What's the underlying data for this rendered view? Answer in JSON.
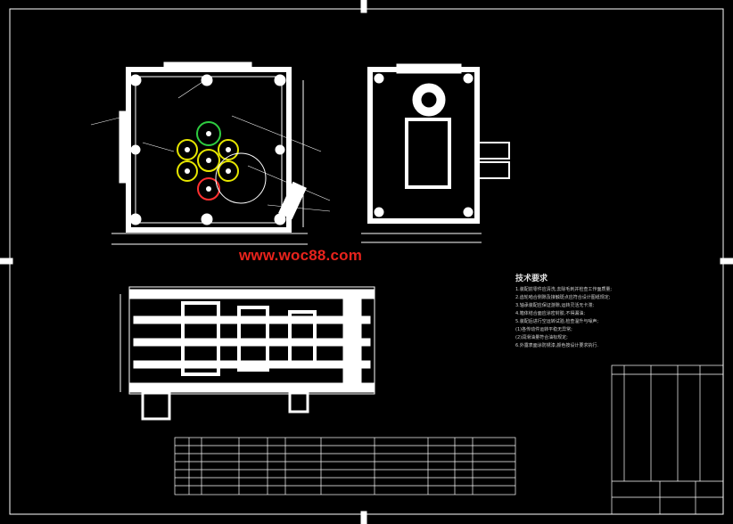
{
  "watermark": "www.woc88.com",
  "technical_requirements": {
    "title": "技术要求",
    "lines": [
      "1.装配前零件应清洗,去除毛刺并检查工作面质量;",
      "2.齿轮啮合侧隙及接触斑点应符合设计图纸规定;",
      "3.轴承装配应保证游隙,运转灵活无卡滞;",
      "4.箱体结合面应涂密封胶,不得漏油;",
      "5.装配后进行空运转试验,检查温升与噪声;",
      "   (1)各传动件运转平稳无异常;",
      "   (2)润滑油量符合油标规定;",
      "6.外露表面涂防锈漆,颜色按设计要求执行."
    ]
  },
  "colors": {
    "background": "#000000",
    "line": "#ffffff",
    "gear_yellow": "#e6e600",
    "gear_green": "#2ecc40",
    "gear_red": "#ff3030",
    "watermark": "#e8231c"
  }
}
